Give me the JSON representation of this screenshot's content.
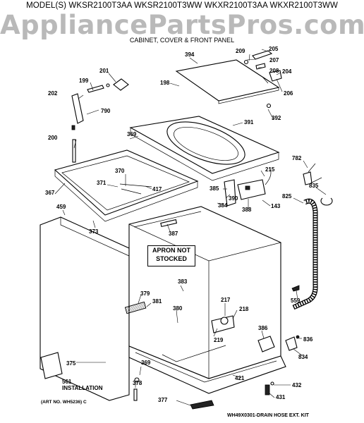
{
  "header": {
    "models": "MODEL(S) WKSR2100T3AA  WKSR2100T3WW  WKXR2100T3AA  WKXR2100T3WW",
    "watermark": "AppliancePartsPros.com",
    "section": "CABINET, COVER & FRONT PANEL"
  },
  "notes": {
    "apron_line1": "APRON NOT",
    "apron_line2": "STOCKED",
    "art_number": "(ART NO. WH5236) C",
    "kit": "WH49X0301-DRAIN HOSE EXT. KIT",
    "installation_number": "561",
    "installation_text": "INSTALLATION"
  },
  "callouts": [
    {
      "id": "c209",
      "label": "209"
    },
    {
      "id": "c205",
      "label": "205"
    },
    {
      "id": "c207",
      "label": "207"
    },
    {
      "id": "c208",
      "label": "208"
    },
    {
      "id": "c204",
      "label": "204"
    },
    {
      "id": "c206",
      "label": "206"
    },
    {
      "id": "c394",
      "label": "394"
    },
    {
      "id": "c201",
      "label": "201"
    },
    {
      "id": "c199",
      "label": "199"
    },
    {
      "id": "c198",
      "label": "198"
    },
    {
      "id": "c202",
      "label": "202"
    },
    {
      "id": "c790",
      "label": "790"
    },
    {
      "id": "c392",
      "label": "392"
    },
    {
      "id": "c391",
      "label": "391"
    },
    {
      "id": "c200",
      "label": "200"
    },
    {
      "id": "c369a",
      "label": "369"
    },
    {
      "id": "c782",
      "label": "782"
    },
    {
      "id": "c215",
      "label": "215"
    },
    {
      "id": "c370",
      "label": "370"
    },
    {
      "id": "c371",
      "label": "371"
    },
    {
      "id": "c417",
      "label": "417"
    },
    {
      "id": "c385",
      "label": "385"
    },
    {
      "id": "c390",
      "label": "390"
    },
    {
      "id": "c835",
      "label": "835"
    },
    {
      "id": "c367",
      "label": "367"
    },
    {
      "id": "c825",
      "label": "825"
    },
    {
      "id": "c384",
      "label": "384"
    },
    {
      "id": "c388",
      "label": "388"
    },
    {
      "id": "c143",
      "label": "143"
    },
    {
      "id": "c459",
      "label": "459"
    },
    {
      "id": "c373",
      "label": "373"
    },
    {
      "id": "c387",
      "label": "387"
    },
    {
      "id": "c383",
      "label": "383"
    },
    {
      "id": "c379",
      "label": "379"
    },
    {
      "id": "c381",
      "label": "381"
    },
    {
      "id": "c559",
      "label": "559"
    },
    {
      "id": "c217",
      "label": "217"
    },
    {
      "id": "c218",
      "label": "218"
    },
    {
      "id": "c380",
      "label": "380"
    },
    {
      "id": "c219",
      "label": "219"
    },
    {
      "id": "c386",
      "label": "386"
    },
    {
      "id": "c836",
      "label": "836"
    },
    {
      "id": "c834",
      "label": "834"
    },
    {
      "id": "c375",
      "label": "375"
    },
    {
      "id": "c369b",
      "label": "369"
    },
    {
      "id": "c378",
      "label": "378"
    },
    {
      "id": "c421",
      "label": "421"
    },
    {
      "id": "c432",
      "label": "432"
    },
    {
      "id": "c431",
      "label": "431"
    },
    {
      "id": "c377",
      "label": "377"
    }
  ]
}
